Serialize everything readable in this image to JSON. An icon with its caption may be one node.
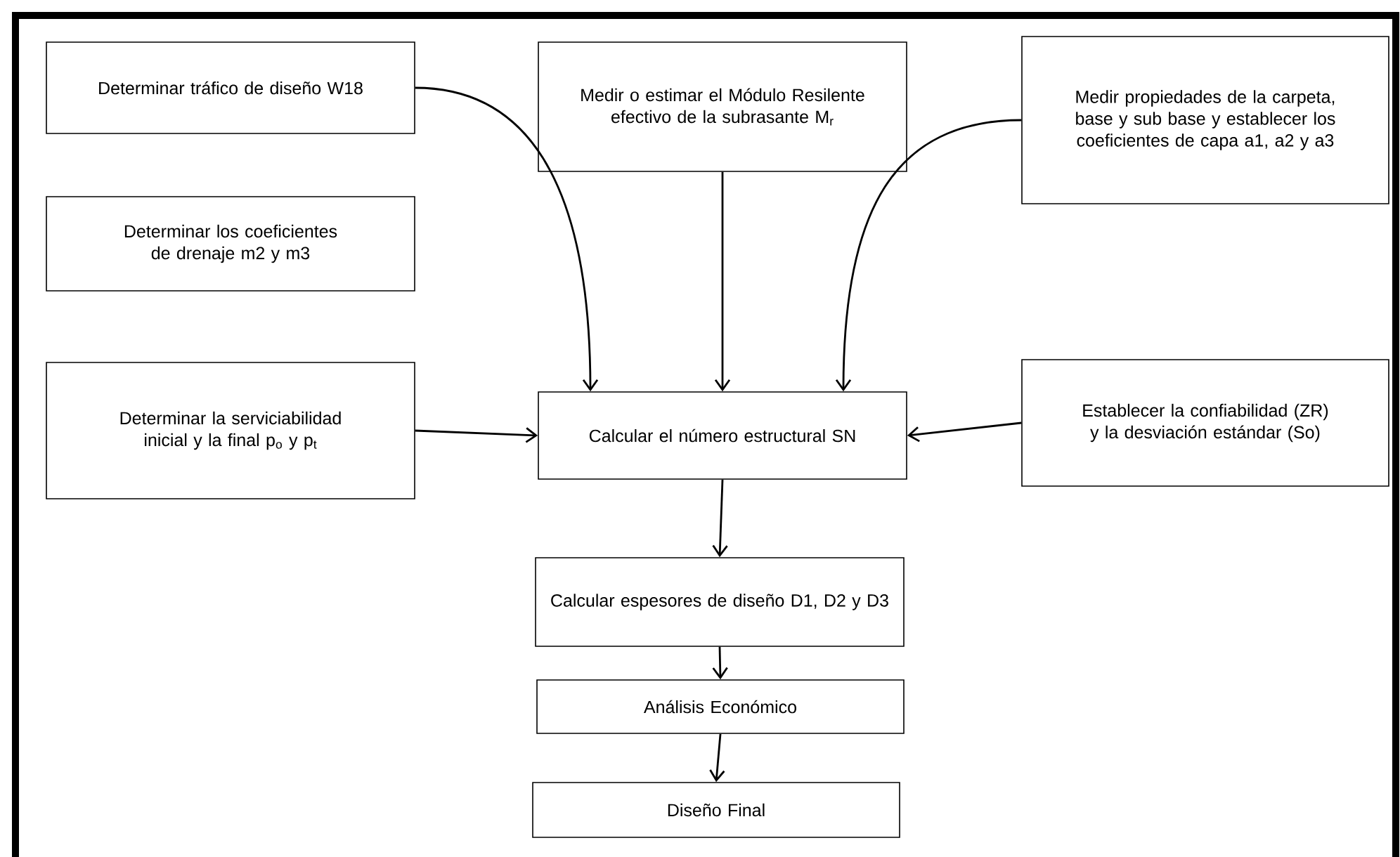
{
  "diagram": {
    "nodes": [
      {
        "text": [
          "Determinar tráfico de diseño W18"
        ]
      },
      {
        "text": [
          "Medir o estimar el Módulo Resilente efectivo de la subrasante M$_{r}$"
        ]
      },
      {
        "text": [
          "Medir propiedades de la carpeta, base y sub base y establecer los coeficientes de capa a1, a2 y a3"
        ]
      },
      {
        "text": [
          "Determinar los coeficientes de drenaje m2 y m3"
        ]
      },
      {
        "text": [
          "Determinar la serviciabilidad inicial y la final p$_{o}$ y p$_{t}$"
        ]
      },
      {
        "text": [
          "Calcular el número estructural SN"
        ]
      },
      {
        "text": [
          "Establecer la confiabilidad (ZR) y la desviación estándar (So)"
        ]
      },
      {
        "text": [
          "Calcular espesores de diseño D1, D2 y D3"
        ]
      },
      {
        "text": [
          "Análisis Económico"
        ]
      },
      {
        "text": [
          "Diseño Final"
        ]
      }
    ],
    "edges": [
      {
        "from": 0,
        "to": 5,
        "arrow": "to"
      },
      {
        "from": 1,
        "to": 5,
        "arrow": "to"
      },
      {
        "from": 2,
        "to": 5,
        "arrow": "to"
      },
      {
        "from": 4,
        "to": 5,
        "arrow": "to"
      },
      {
        "from": 6,
        "to": 5,
        "arrow": "to"
      },
      {
        "from": 5,
        "to": 7,
        "arrow": "to"
      },
      {
        "from": 7,
        "to": 8,
        "arrow": "to"
      },
      {
        "from": 8,
        "to": 9,
        "arrow": "to"
      }
    ]
  }
}
